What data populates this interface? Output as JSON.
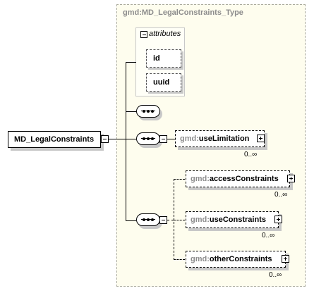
{
  "type_label": "gmd:MD_LegalConstraints_Type",
  "attributes": {
    "header": "attributes",
    "items": [
      "id",
      "uuid"
    ]
  },
  "root": {
    "label": "MD_LegalConstraints"
  },
  "elements": [
    {
      "ns": "gmd:",
      "name": "useLimitation",
      "cardinality": "0..∞"
    },
    {
      "ns": "gmd:",
      "name": "accessConstraints",
      "cardinality": "0..∞"
    },
    {
      "ns": "gmd:",
      "name": "useConstraints",
      "cardinality": "0..∞"
    },
    {
      "ns": "gmd:",
      "name": "otherConstraints",
      "cardinality": "0..∞"
    }
  ]
}
